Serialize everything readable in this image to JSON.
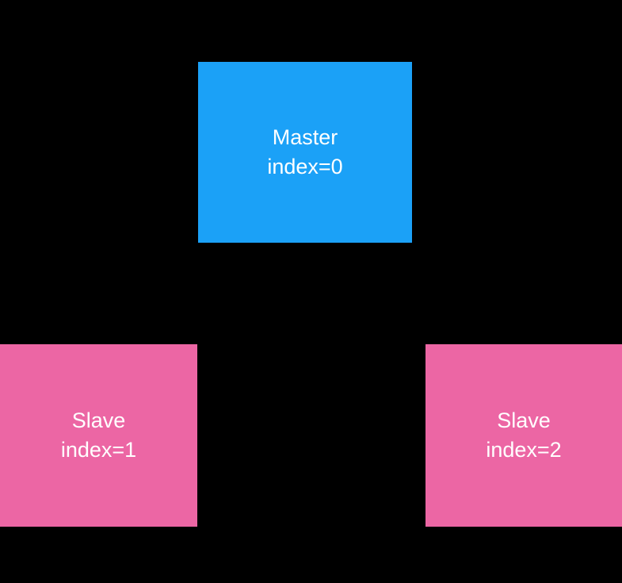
{
  "diagram": {
    "type": "node-diagram",
    "background": "#000000",
    "nodes": [
      {
        "id": "master",
        "line1": "Master",
        "line2": "index=0",
        "fill": "#1BA1F7",
        "text_color": "#FFFFFF"
      },
      {
        "id": "slave-1",
        "line1": "Slave",
        "line2": "index=1",
        "fill": "#EC66A4",
        "text_color": "#FFFFFF"
      },
      {
        "id": "slave-2",
        "line1": "Slave",
        "line2": "index=2",
        "fill": "#EC66A4",
        "text_color": "#FFFFFF"
      }
    ]
  }
}
